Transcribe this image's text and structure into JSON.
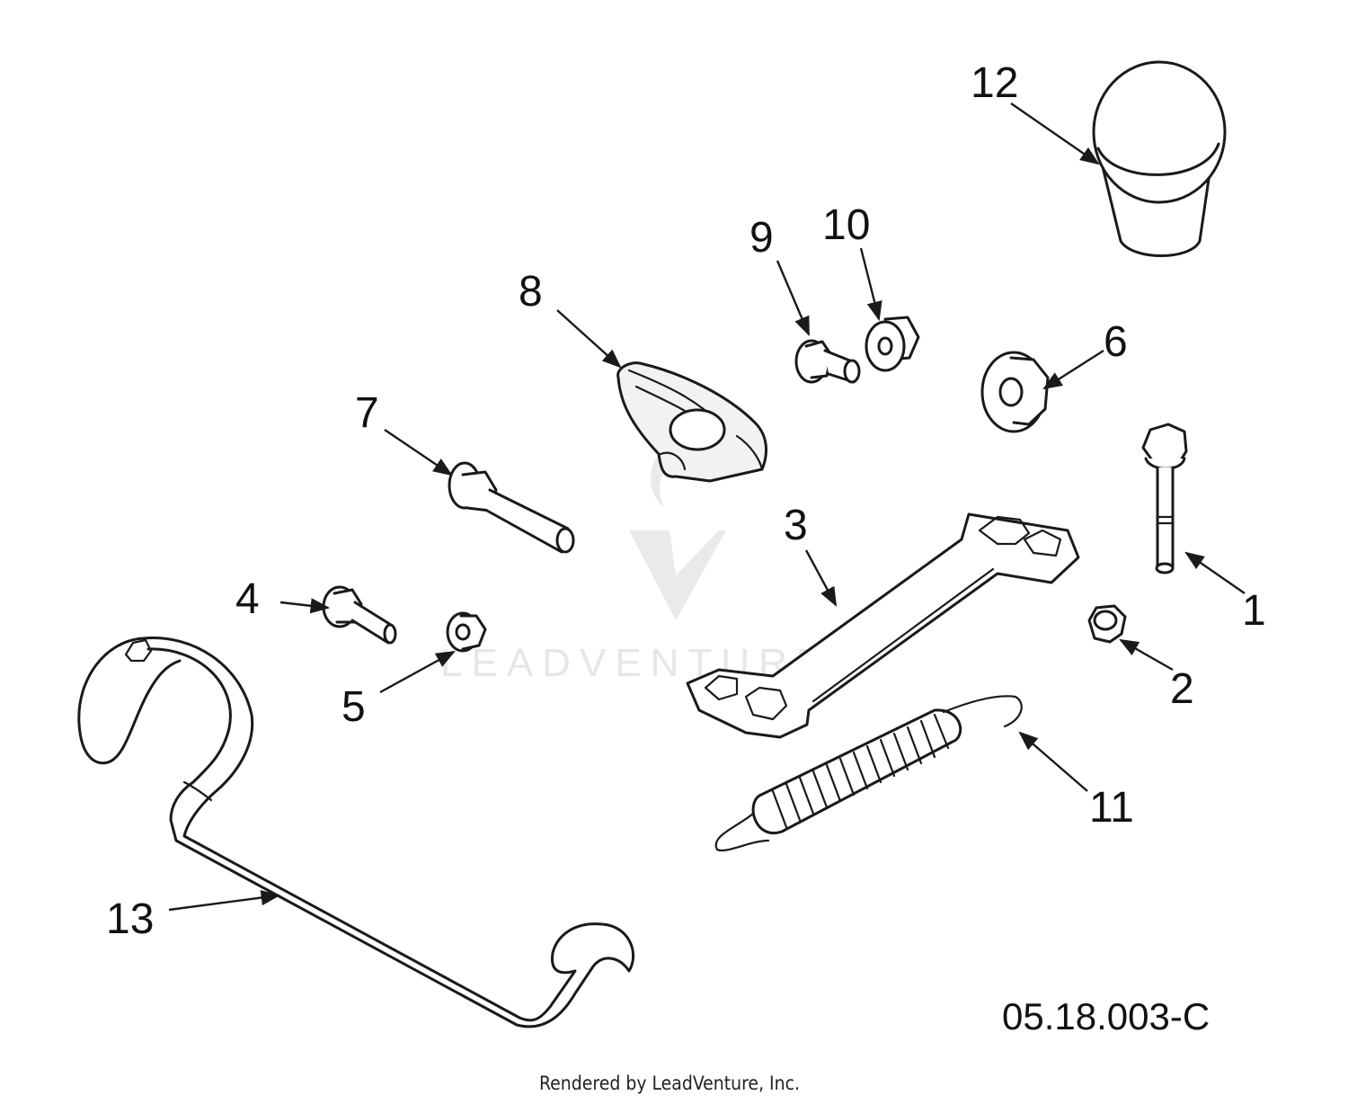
{
  "diagram": {
    "callouts": [
      "1",
      "2",
      "3",
      "4",
      "5",
      "6",
      "7",
      "8",
      "9",
      "10",
      "11",
      "12",
      "13"
    ],
    "drawing_code": "05.18.003-C",
    "credit": "Rendered by LeadVenture, Inc.",
    "watermark": "LEADVENTURE"
  },
  "colors": {
    "line": "#1a1a1a",
    "background": "#ffffff",
    "watermark": "#d9d9d9"
  }
}
